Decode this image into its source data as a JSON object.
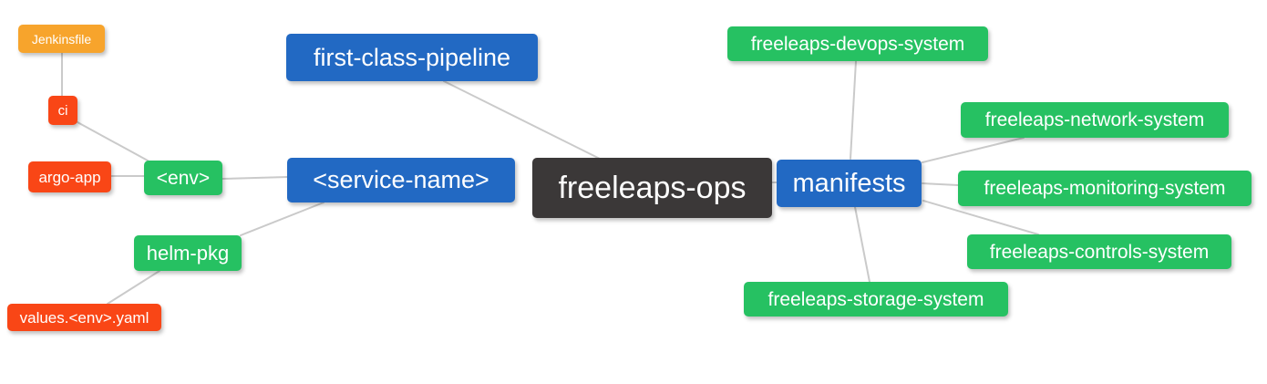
{
  "colors": {
    "blue": "#2269c3",
    "green": "#26c162",
    "red": "#f94616",
    "orange": "#f7a42c",
    "dark": "#3b3838",
    "edge": "#cacaca"
  },
  "diagram": {
    "type": "mindmap",
    "root": "freeleaps-ops",
    "nodes": [
      {
        "id": "jenkinsfile",
        "label": "Jenkinsfile",
        "color": "orange"
      },
      {
        "id": "ci",
        "label": "ci",
        "color": "red"
      },
      {
        "id": "argo-app",
        "label": "argo-app",
        "color": "red"
      },
      {
        "id": "env",
        "label": "<env>",
        "color": "green"
      },
      {
        "id": "helm-pkg",
        "label": "helm-pkg",
        "color": "green"
      },
      {
        "id": "values-env-yaml",
        "label": "values.<env>.yaml",
        "color": "red"
      },
      {
        "id": "first-class-pipeline",
        "label": "first-class-pipeline",
        "color": "blue"
      },
      {
        "id": "service-name",
        "label": "<service-name>",
        "color": "blue"
      },
      {
        "id": "freeleaps-ops",
        "label": "freeleaps-ops",
        "color": "dark"
      },
      {
        "id": "manifests",
        "label": "manifests",
        "color": "blue"
      },
      {
        "id": "freeleaps-devops-system",
        "label": "freeleaps-devops-system",
        "color": "green"
      },
      {
        "id": "freeleaps-network-system",
        "label": "freeleaps-network-system",
        "color": "green"
      },
      {
        "id": "freeleaps-monitoring-system",
        "label": "freeleaps-monitoring-system",
        "color": "green"
      },
      {
        "id": "freeleaps-controls-system",
        "label": "freeleaps-controls-system",
        "color": "green"
      },
      {
        "id": "freeleaps-storage-system",
        "label": "freeleaps-storage-system",
        "color": "green"
      }
    ],
    "edges": [
      [
        "jenkinsfile",
        "ci"
      ],
      [
        "ci",
        "env"
      ],
      [
        "argo-app",
        "env"
      ],
      [
        "env",
        "service-name"
      ],
      [
        "service-name",
        "helm-pkg"
      ],
      [
        "helm-pkg",
        "values-env-yaml"
      ],
      [
        "first-class-pipeline",
        "freeleaps-ops"
      ],
      [
        "service-name",
        "freeleaps-ops"
      ],
      [
        "freeleaps-ops",
        "manifests"
      ],
      [
        "manifests",
        "freeleaps-devops-system"
      ],
      [
        "manifests",
        "freeleaps-network-system"
      ],
      [
        "manifests",
        "freeleaps-monitoring-system"
      ],
      [
        "manifests",
        "freeleaps-controls-system"
      ],
      [
        "manifests",
        "freeleaps-storage-system"
      ]
    ]
  }
}
